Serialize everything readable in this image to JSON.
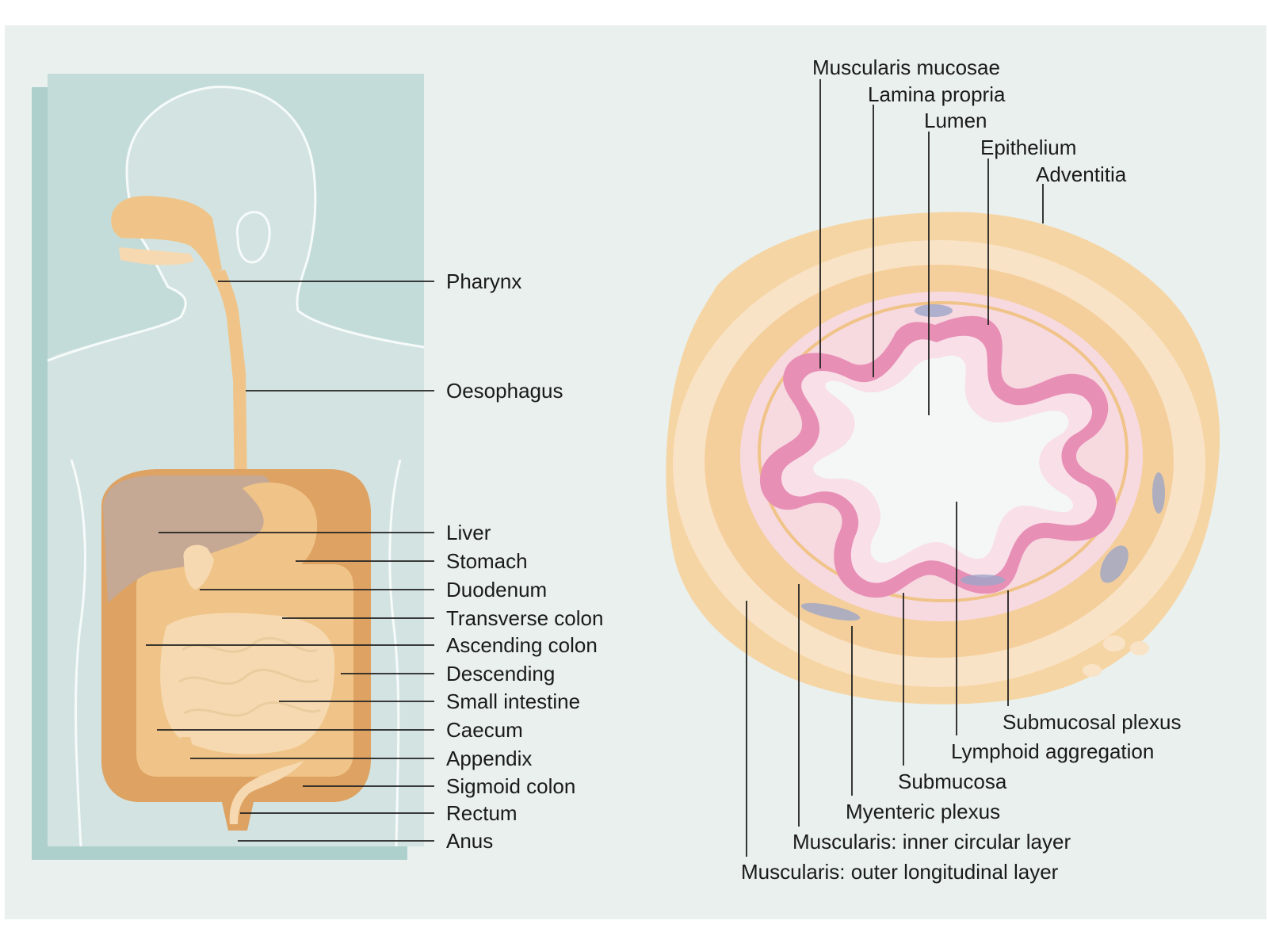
{
  "palette": {
    "panel": "#e9f0ee",
    "body_panel": "#c3dcda",
    "body_shadow": "#aed0cd",
    "silhouette": "#d2e3e1",
    "outline": "#f6fbfa",
    "gut_light": "#f6d9b0",
    "gut_mid": "#f0c488",
    "gut_dark": "#dea262",
    "liver": "#c5a994",
    "adventitia": "#f6d5a4",
    "muscle_outer": "#f9e3c6",
    "muscle_inner": "#f4cf9c",
    "submucosa": "#f7d9e0",
    "mucosa": "#e88fb6",
    "lamina": "#f9dfe8",
    "lumen": "#f4f7f6",
    "plexus": "#9da6c9"
  },
  "left_labels": [
    {
      "id": "pharynx",
      "text": "Pharynx"
    },
    {
      "id": "oesophagus",
      "text": "Oesophagus"
    },
    {
      "id": "liver",
      "text": "Liver"
    },
    {
      "id": "stomach",
      "text": "Stomach"
    },
    {
      "id": "duodenum",
      "text": "Duodenum"
    },
    {
      "id": "transverse-colon",
      "text": "Transverse colon"
    },
    {
      "id": "ascending-colon",
      "text": "Ascending colon"
    },
    {
      "id": "descending",
      "text": "Descending"
    },
    {
      "id": "small-intestine",
      "text": "Small intestine"
    },
    {
      "id": "caecum",
      "text": "Caecum"
    },
    {
      "id": "appendix",
      "text": "Appendix"
    },
    {
      "id": "sigmoid-colon",
      "text": "Sigmoid colon"
    },
    {
      "id": "rectum",
      "text": "Rectum"
    },
    {
      "id": "anus",
      "text": "Anus"
    }
  ],
  "top_labels": [
    {
      "id": "muscularis-mucosae",
      "text": "Muscularis mucosae"
    },
    {
      "id": "lamina-propria",
      "text": "Lamina propria"
    },
    {
      "id": "lumen",
      "text": "Lumen"
    },
    {
      "id": "epithelium",
      "text": "Epithelium"
    },
    {
      "id": "adventitia",
      "text": "Adventitia"
    }
  ],
  "bottom_labels": [
    {
      "id": "submucosal-plexus",
      "text": "Submucosal plexus"
    },
    {
      "id": "lymphoid-aggregation",
      "text": "Lymphoid aggregation"
    },
    {
      "id": "submucosa",
      "text": "Submucosa"
    },
    {
      "id": "myenteric-plexus",
      "text": "Myenteric plexus"
    },
    {
      "id": "muscularis-inner",
      "text": "Muscularis: inner circular layer"
    },
    {
      "id": "muscularis-outer",
      "text": "Muscularis: outer longitudinal layer"
    }
  ]
}
